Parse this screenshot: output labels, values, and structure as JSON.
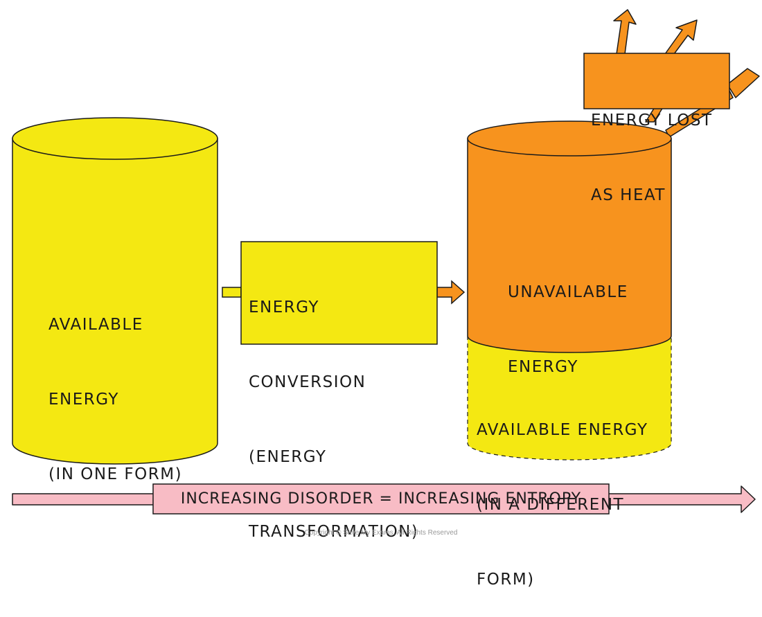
{
  "labels": {
    "available_one_form": [
      "AVAILABLE",
      "ENERGY",
      "(IN ONE FORM)"
    ],
    "conversion": [
      "ENERGY",
      "CONVERSION",
      "(ENERGY",
      "TRANSFORMATION)"
    ],
    "unavailable": [
      "UNAVAILABLE",
      "ENERGY"
    ],
    "available_different_form": [
      "AVAILABLE ENERGY",
      "(IN A DIFFERENT",
      "FORM)"
    ],
    "heat": [
      "ENERGY LOST",
      "AS HEAT"
    ],
    "entropy": "INCREASING DISORDER = INCREASING ENTROPY"
  },
  "copyright": "Copyright © Save My Exams. All Rights Reserved",
  "colors": {
    "yellow": "#f4e812",
    "orange": "#f7931e",
    "pink": "#f8bcc5",
    "outline": "#1a1a1a"
  }
}
